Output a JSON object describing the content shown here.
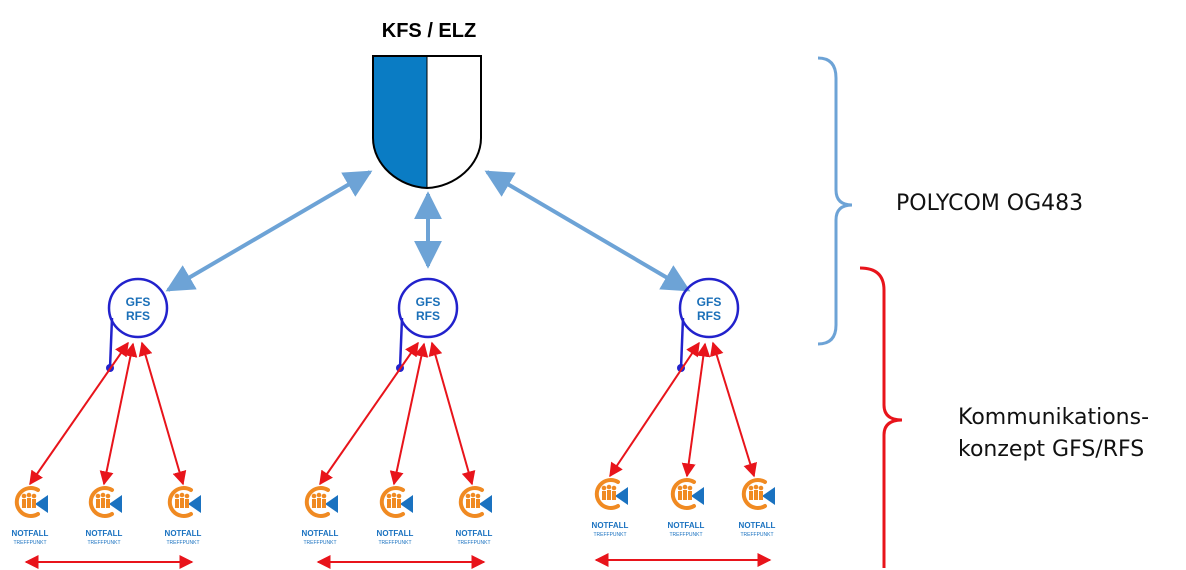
{
  "title": "KFS / ELZ",
  "node_label_line1": "GFS",
  "node_label_line2": "RFS",
  "bracket_blue_label": "POLYCOM OG483",
  "bracket_red_label_line1": "Kommunikations-",
  "bracket_red_label_line2": "konzept GFS/RFS",
  "icon_label_main": "NOTFALL",
  "icon_label_sub": "TREFFPUNKT",
  "colors": {
    "shield_blue": "#0a7cc4",
    "link_blue": "#6da3d6",
    "node_blue": "#2222cc",
    "node_text": "#1a6fb8",
    "arrow_red": "#e8141b",
    "icon_orange": "#f08a22",
    "icon_blue": "#1a72c0"
  },
  "icons": [
    "shield-icon",
    "circle-node",
    "notfall-treffpunkt-icon"
  ]
}
